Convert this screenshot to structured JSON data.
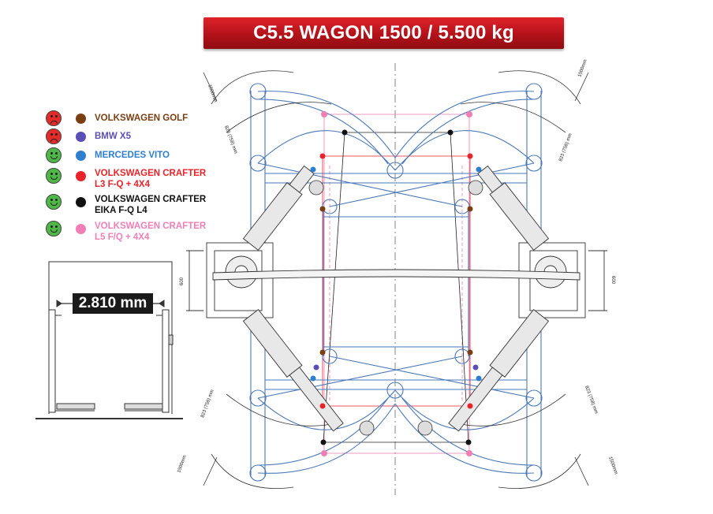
{
  "title": "C5.5 WAGON 1500 / 5.500 kg",
  "legend": [
    {
      "label_lines": [
        "VOLKSWAGEN GOLF"
      ],
      "face": "sad-face-icon",
      "face_color": "#e52a2a",
      "dot_color": "#7a3e12",
      "text_color": "#7a3e12"
    },
    {
      "label_lines": [
        "BMW X5"
      ],
      "face": "sad-face-icon",
      "face_color": "#e52a2a",
      "dot_color": "#5a4fb5",
      "text_color": "#5a4fb5"
    },
    {
      "label_lines": [
        "MERCEDES VITO"
      ],
      "face": "happy-face-icon",
      "face_color": "#4fb748",
      "dot_color": "#2f7fcf",
      "text_color": "#2f7fcf"
    },
    {
      "label_lines": [
        "VOLKSWAGEN CRAFTER",
        "L3 F-Q + 4X4"
      ],
      "face": "happy-face-icon",
      "face_color": "#4fb748",
      "dot_color": "#e8232a",
      "text_color": "#e8232a"
    },
    {
      "label_lines": [
        "VOLKSWAGEN CRAFTER",
        "EIKA F-Q L4"
      ],
      "face": "happy-face-icon",
      "face_color": "#4fb748",
      "dot_color": "#111111",
      "text_color": "#111111"
    },
    {
      "label_lines": [
        "VOLKSWAGEN CRAFTER",
        "L5 F/Q + 4X4"
      ],
      "face": "happy-face-icon",
      "face_color": "#4fb748",
      "dot_color": "#f07fb6",
      "text_color": "#f07fb6"
    }
  ],
  "side_view": {
    "width_label": "2.810 mm"
  },
  "dimensions": {
    "arc_radius": "1500mm",
    "arm_reach": "823 (758) mm",
    "base_depth": "600"
  },
  "colors": {
    "title_red": "#c8161e",
    "arm_blue": "#4a78b8",
    "guide_pink": "#e87db2",
    "guide_red": "#e8232a"
  }
}
